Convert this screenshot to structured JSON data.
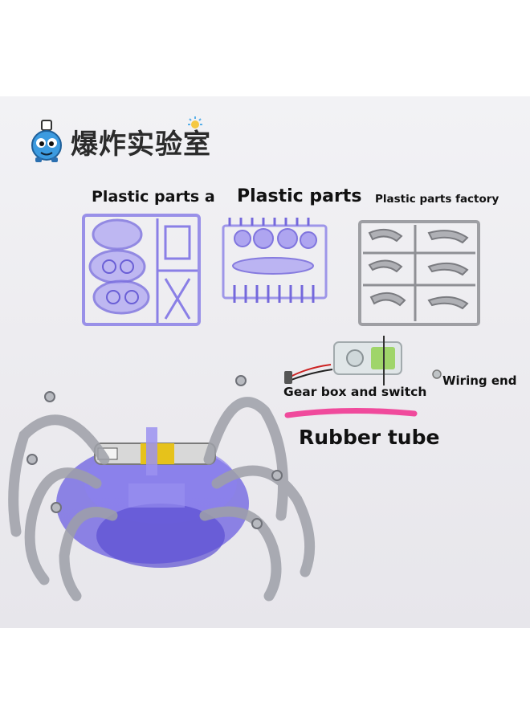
{
  "brand": {
    "name": "爆炸实验室",
    "icon": "flask-mascot-icon",
    "accent": "#3c9be0"
  },
  "labels": {
    "plastic_parts_a": "Plastic parts a",
    "plastic_parts": "Plastic parts",
    "plastic_parts_factory": "Plastic parts factory",
    "gear_box_and_switch": "Gear box and switch",
    "wiring_end": "Wiring end",
    "rubber_tube": "Rubber tube"
  },
  "colors": {
    "purple_parts": "#8a7fe6",
    "gray_parts": "#8f9095",
    "rubber_tube": "#f04a9c",
    "background": "#ececef"
  }
}
